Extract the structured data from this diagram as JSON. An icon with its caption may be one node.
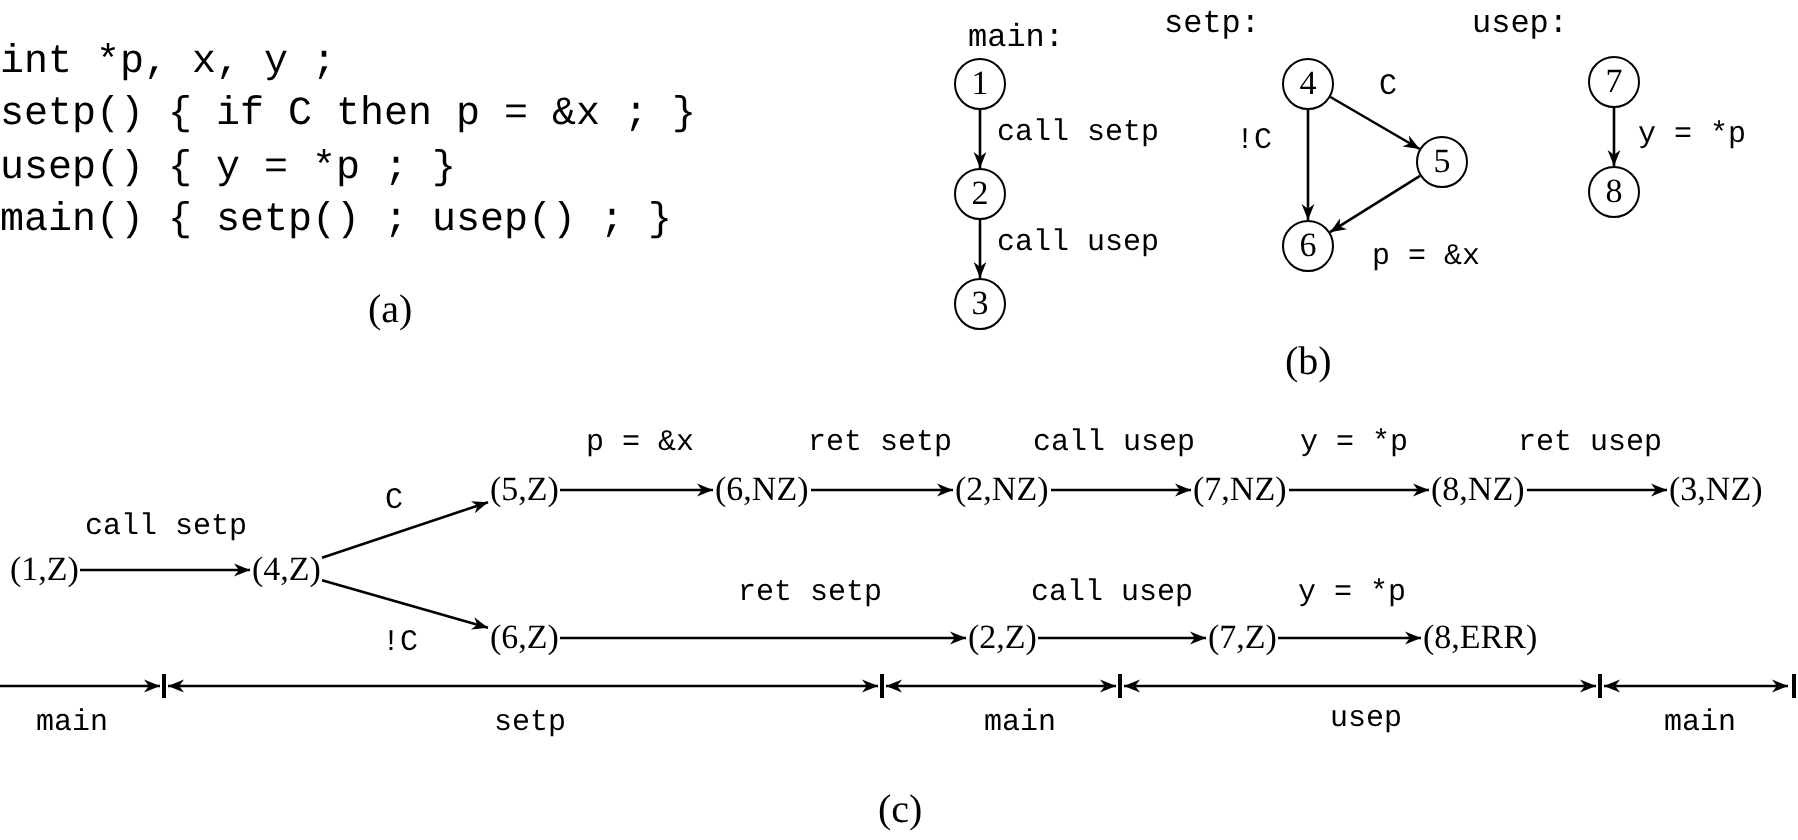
{
  "diagram": {
    "nodes": [
      {
        "text": [
          "1"
        ]
      },
      {
        "text": [
          "2"
        ]
      },
      {
        "text": [
          "3"
        ]
      },
      {
        "text": [
          "4"
        ]
      },
      {
        "text": [
          "5"
        ]
      },
      {
        "text": [
          "6"
        ]
      },
      {
        "text": [
          "7"
        ]
      },
      {
        "text": [
          "8"
        ]
      },
      {
        "text": [
          "(1,Z)"
        ]
      },
      {
        "text": [
          "(4,Z)"
        ]
      },
      {
        "text": [
          "(5,Z)"
        ]
      },
      {
        "text": [
          "(6,NZ)"
        ]
      },
      {
        "text": [
          "(2,NZ)"
        ]
      },
      {
        "text": [
          "(7,NZ)"
        ]
      },
      {
        "text": [
          "(8,NZ)"
        ]
      },
      {
        "text": [
          "(3,NZ)"
        ]
      },
      {
        "text": [
          "(6,Z)"
        ]
      },
      {
        "text": [
          "(2,Z)"
        ]
      },
      {
        "text": [
          "(7,Z)"
        ]
      },
      {
        "text": [
          "(8,ERR)"
        ]
      }
    ],
    "edges": [
      {
        "from": 0,
        "to": 1,
        "arrow": "to",
        "label": "call setp"
      },
      {
        "from": 1,
        "to": 2,
        "arrow": "to",
        "label": "call usep"
      },
      {
        "from": 3,
        "to": 4,
        "arrow": "to",
        "label": "C"
      },
      {
        "from": 3,
        "to": 5,
        "arrow": "to",
        "label": "!C"
      },
      {
        "from": 4,
        "to": 5,
        "arrow": "to",
        "label": "p = &x"
      },
      {
        "from": 6,
        "to": 7,
        "arrow": "to",
        "label": "y = *p"
      },
      {
        "from": 8,
        "to": 9,
        "arrow": "to",
        "label": "call setp"
      },
      {
        "from": 9,
        "to": 10,
        "arrow": "to",
        "label": "C"
      },
      {
        "from": 9,
        "to": 16,
        "arrow": "to",
        "label": "!C"
      },
      {
        "from": 10,
        "to": 11,
        "arrow": "to",
        "label": "p = &x"
      },
      {
        "from": 11,
        "to": 12,
        "arrow": "to",
        "label": "ret setp"
      },
      {
        "from": 12,
        "to": 13,
        "arrow": "to",
        "label": "call usep"
      },
      {
        "from": 13,
        "to": 14,
        "arrow": "to",
        "label": "y = *p"
      },
      {
        "from": 14,
        "to": 15,
        "arrow": "to",
        "label": "ret usep"
      },
      {
        "from": 16,
        "to": 17,
        "arrow": "to",
        "label": "ret setp"
      },
      {
        "from": 17,
        "to": 18,
        "arrow": "to",
        "label": "call usep"
      },
      {
        "from": 18,
        "to": 19,
        "arrow": "to",
        "label": "y = *p"
      }
    ],
    "labels": [
      "int *p, x, y ;",
      "setp() { if C then p = &x ; }",
      "usep() { y = *p ; }",
      "main() { setp() ; usep() ; }",
      "(a)",
      "main:",
      "setp:",
      "usep:",
      "(b)",
      "main",
      "setp",
      "main",
      "usep",
      "main",
      "(c)"
    ]
  }
}
